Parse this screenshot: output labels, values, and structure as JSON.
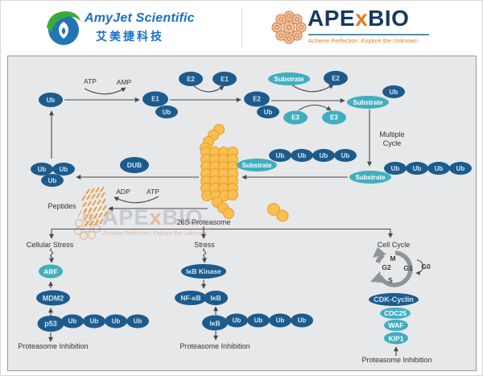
{
  "header": {
    "amyjet": {
      "name": "AmyJet Scientific",
      "subtitle": "艾美捷科技"
    },
    "apexbio": {
      "part1": "APE",
      "part2": "x",
      "part3": "BIO",
      "tagline": "Achieve Perfection. Explore the Unknown"
    }
  },
  "watermark": {
    "part1": "APE",
    "part2": "x",
    "part3": "BIO",
    "tagline": "Achieve Perfection, Explore the Unknown"
  },
  "labels": {
    "ub": "Ub",
    "e1": "E1",
    "e2": "E2",
    "e3": "E3",
    "substrate": "Substrate",
    "atp": "ATP",
    "amp": "AMP",
    "adp": "ADP",
    "dub": "DUB",
    "multiple": "Multiple",
    "cycle": "Cycle",
    "peptides": "Peptides",
    "proteasome_26s": "26S Proteasome",
    "cellular_stress": "Cellular Stress",
    "stress": "Stress",
    "cell_cycle": "Cell Cycle",
    "arf": "ARF",
    "mdm2": "MDM2",
    "p53": "p53",
    "ikb_kinase": "IκB Kinase",
    "nf_kb": "NF-κB",
    "ikb": "IκB",
    "cdk_cyclin": "CDK-Cyclin",
    "cdc25": "CDC25",
    "waf": "WAF",
    "kip1": "KIP1",
    "phase_m": "M",
    "phase_g2": "G2",
    "phase_g1": "G1",
    "phase_s": "S",
    "phase_g0": "G0",
    "proteasome_inhibition": "Proteasome Inhibition"
  },
  "colors": {
    "dark_node": "#1d5b8d",
    "teal_node": "#41aebf",
    "proteasome_fill": "#f9bf4f",
    "proteasome_stroke": "#ea9b31",
    "arrow": "#4a4a4a",
    "cycle_gray": "#8f939a",
    "apex_navy": "#16395f",
    "apex_orange": "#e87722",
    "amyjet_blue": "#1a6fc4"
  }
}
